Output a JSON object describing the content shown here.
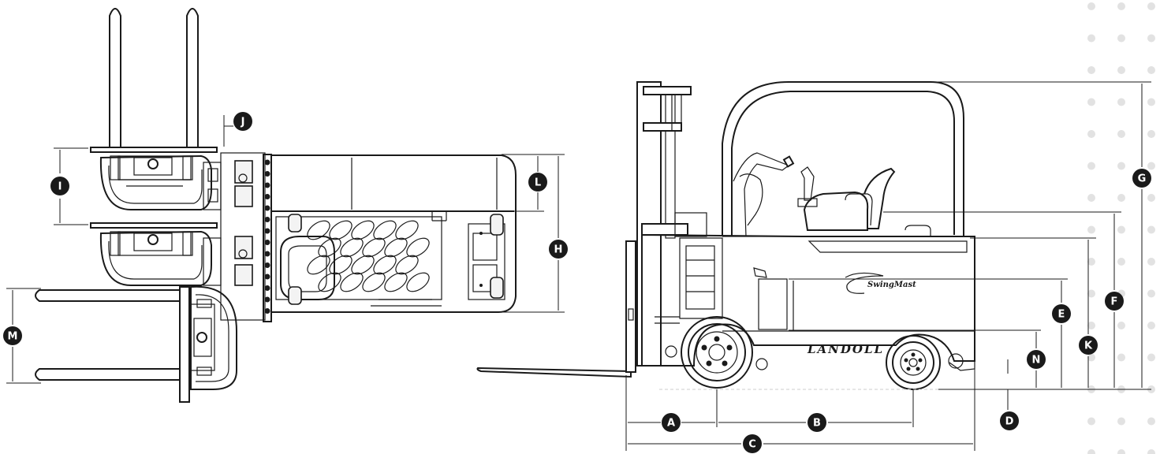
{
  "callouts": {
    "A": "A",
    "B": "B",
    "C": "C",
    "D": "D",
    "E": "E",
    "F": "F",
    "G": "G",
    "H": "H",
    "I": "I",
    "J": "J",
    "K": "K",
    "L": "L",
    "M": "M",
    "N": "N"
  },
  "branding": {
    "side_logo": "LANDOLL",
    "mast_logo": "SwingMast"
  },
  "colors": {
    "line": "#1a1a1a",
    "background": "#ffffff",
    "dot_pattern": "#e2e2e2"
  }
}
